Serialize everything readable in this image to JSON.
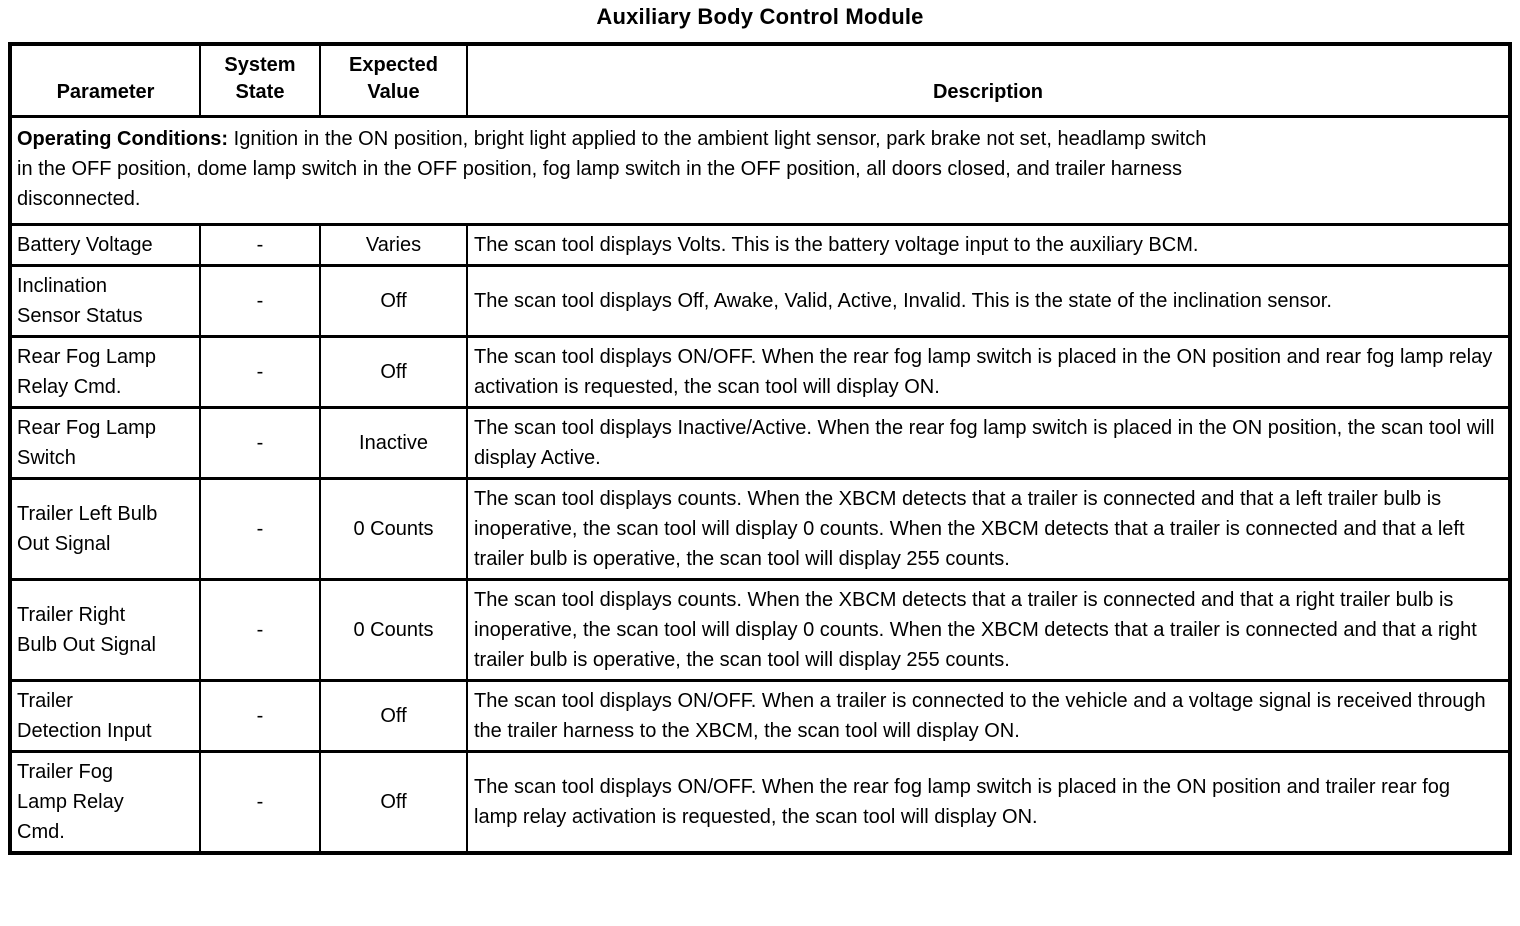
{
  "title": "Auxiliary Body Control Module",
  "table": {
    "headers": [
      "Parameter",
      "System State",
      "Expected Value",
      "Description"
    ],
    "operating_conditions": {
      "label": "Operating Conditions:",
      "text": " Ignition in the ON position, bright light applied to the ambient light sensor, park brake not set, headlamp switch\nin the OFF position, dome lamp switch in the OFF position, fog lamp switch in the OFF position, all doors closed, and trailer harness\ndisconnected."
    },
    "rows": [
      {
        "parameter": "Battery Voltage",
        "system_state": "-",
        "expected_value": "Varies",
        "description": "The scan tool displays Volts. This is the battery voltage input to the auxiliary BCM."
      },
      {
        "parameter": "Inclination\nSensor Status",
        "system_state": "-",
        "expected_value": "Off",
        "description": "The scan tool displays Off, Awake, Valid, Active, Invalid. This is the state of the inclination sensor."
      },
      {
        "parameter": "Rear Fog Lamp\nRelay Cmd.",
        "system_state": "-",
        "expected_value": "Off",
        "description": "The scan tool displays ON/OFF. When the rear fog lamp switch is placed in the ON position and rear fog lamp relay activation is requested, the scan tool will display ON."
      },
      {
        "parameter": "Rear Fog Lamp\nSwitch",
        "system_state": "-",
        "expected_value": "Inactive",
        "description": "The scan tool displays Inactive/Active. When the rear fog lamp switch is placed in the ON position, the scan tool will display Active."
      },
      {
        "parameter": "Trailer Left Bulb\nOut Signal",
        "system_state": "-",
        "expected_value": "0 Counts",
        "description": "The scan tool displays counts. When the XBCM detects that a trailer is connected and that a left trailer bulb is inoperative, the scan tool will display 0 counts. When the XBCM detects that a trailer is connected and that a left trailer bulb is operative, the scan tool will display 255 counts."
      },
      {
        "parameter": "Trailer Right\nBulb Out Signal",
        "system_state": "-",
        "expected_value": "0 Counts",
        "description": "The scan tool displays counts. When the XBCM detects that a trailer is connected and that a right trailer bulb is inoperative, the scan tool will display 0 counts. When the XBCM detects that a trailer is connected and that a right trailer bulb is operative, the scan tool will display 255 counts."
      },
      {
        "parameter": "Trailer\nDetection Input",
        "system_state": "-",
        "expected_value": "Off",
        "description": "The scan tool displays ON/OFF. When a trailer is connected to the vehicle and a voltage signal is received through the trailer harness to the XBCM, the scan tool will display ON."
      },
      {
        "parameter": "Trailer Fog\nLamp Relay\nCmd.",
        "system_state": "-",
        "expected_value": "Off",
        "description": "The scan tool displays ON/OFF. When the rear fog lamp switch is placed in the ON position and trailer rear fog lamp relay activation is requested, the scan tool will display ON."
      }
    ]
  }
}
